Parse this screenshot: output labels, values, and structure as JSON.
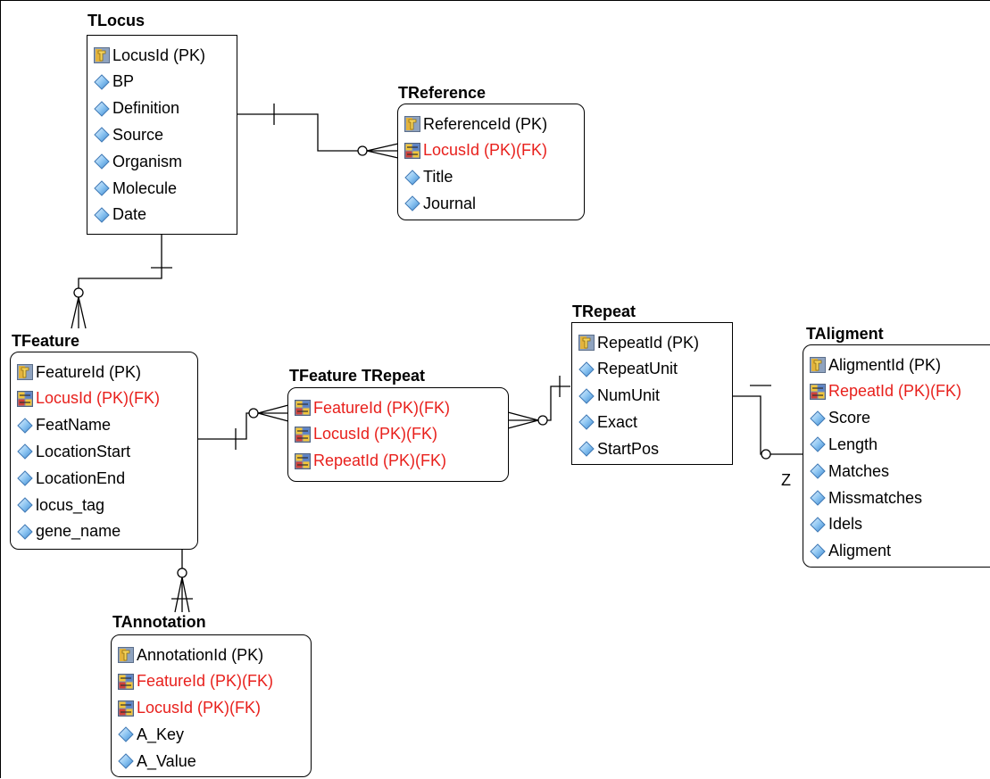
{
  "entities": {
    "tlocus": {
      "name": "TLocus",
      "attributes": [
        {
          "label": "LocusId (PK)",
          "icon": "primary-key-icon",
          "fk": false
        },
        {
          "label": "BP",
          "icon": "column-icon",
          "fk": false
        },
        {
          "label": "Definition",
          "icon": "column-icon",
          "fk": false
        },
        {
          "label": "Source",
          "icon": "column-icon",
          "fk": false
        },
        {
          "label": "Organism",
          "icon": "column-icon",
          "fk": false
        },
        {
          "label": "Molecule",
          "icon": "column-icon",
          "fk": false
        },
        {
          "label": "Date",
          "icon": "column-icon",
          "fk": false
        }
      ]
    },
    "treference": {
      "name": "TReference",
      "attributes": [
        {
          "label": "ReferenceId (PK)",
          "icon": "primary-key-icon",
          "fk": false
        },
        {
          "label": "LocusId (PK)(FK)",
          "icon": "foreign-key-icon",
          "fk": true
        },
        {
          "label": "Title",
          "icon": "column-icon",
          "fk": false
        },
        {
          "label": "Journal",
          "icon": "column-icon",
          "fk": false
        }
      ]
    },
    "tfeature": {
      "name": "TFeature",
      "attributes": [
        {
          "label": "FeatureId (PK)",
          "icon": "primary-key-icon",
          "fk": false
        },
        {
          "label": "LocusId (PK)(FK)",
          "icon": "foreign-key-icon",
          "fk": true
        },
        {
          "label": "FeatName",
          "icon": "column-icon",
          "fk": false
        },
        {
          "label": "LocationStart",
          "icon": "column-icon",
          "fk": false
        },
        {
          "label": "LocationEnd",
          "icon": "column-icon",
          "fk": false
        },
        {
          "label": "locus_tag",
          "icon": "column-icon",
          "fk": false
        },
        {
          "label": "gene_name",
          "icon": "column-icon",
          "fk": false
        }
      ]
    },
    "tfeature_trepeat": {
      "name": "TFeature TRepeat",
      "attributes": [
        {
          "label": "FeatureId (PK)(FK)",
          "icon": "foreign-key-icon",
          "fk": true
        },
        {
          "label": "LocusId (PK)(FK)",
          "icon": "foreign-key-icon",
          "fk": true
        },
        {
          "label": "RepeatId (PK)(FK)",
          "icon": "foreign-key-icon",
          "fk": true
        }
      ]
    },
    "trepeat": {
      "name": "TRepeat",
      "attributes": [
        {
          "label": "RepeatId (PK)",
          "icon": "primary-key-icon",
          "fk": false
        },
        {
          "label": "RepeatUnit",
          "icon": "column-icon",
          "fk": false
        },
        {
          "label": "NumUnit",
          "icon": "column-icon",
          "fk": false
        },
        {
          "label": "Exact",
          "icon": "column-icon",
          "fk": false
        },
        {
          "label": "StartPos",
          "icon": "column-icon",
          "fk": false
        }
      ]
    },
    "taligment": {
      "name": "TAligment",
      "attributes": [
        {
          "label": "AligmentId (PK)",
          "icon": "primary-key-icon",
          "fk": false
        },
        {
          "label": "RepeatId (PK)(FK)",
          "icon": "foreign-key-icon",
          "fk": true
        },
        {
          "label": "Score",
          "icon": "column-icon",
          "fk": false
        },
        {
          "label": "Length",
          "icon": "column-icon",
          "fk": false
        },
        {
          "label": "Matches",
          "icon": "column-icon",
          "fk": false
        },
        {
          "label": "Missmatches",
          "icon": "column-icon",
          "fk": false
        },
        {
          "label": "Idels",
          "icon": "column-icon",
          "fk": false
        },
        {
          "label": "Aligment",
          "icon": "column-icon",
          "fk": false
        }
      ]
    },
    "tannotation": {
      "name": "TAnnotation",
      "attributes": [
        {
          "label": "AnnotationId (PK)",
          "icon": "primary-key-icon",
          "fk": false
        },
        {
          "label": "FeatureId (PK)(FK)",
          "icon": "foreign-key-icon",
          "fk": true
        },
        {
          "label": "LocusId (PK)(FK)",
          "icon": "foreign-key-icon",
          "fk": true
        },
        {
          "label": "A_Key",
          "icon": "column-icon",
          "fk": false
        },
        {
          "label": "A_Value",
          "icon": "column-icon",
          "fk": false
        }
      ]
    }
  },
  "relationship_notes": {
    "z_label": "Z"
  },
  "colors": {
    "foreign_key_text": "#e8201c",
    "line": "#000000"
  }
}
